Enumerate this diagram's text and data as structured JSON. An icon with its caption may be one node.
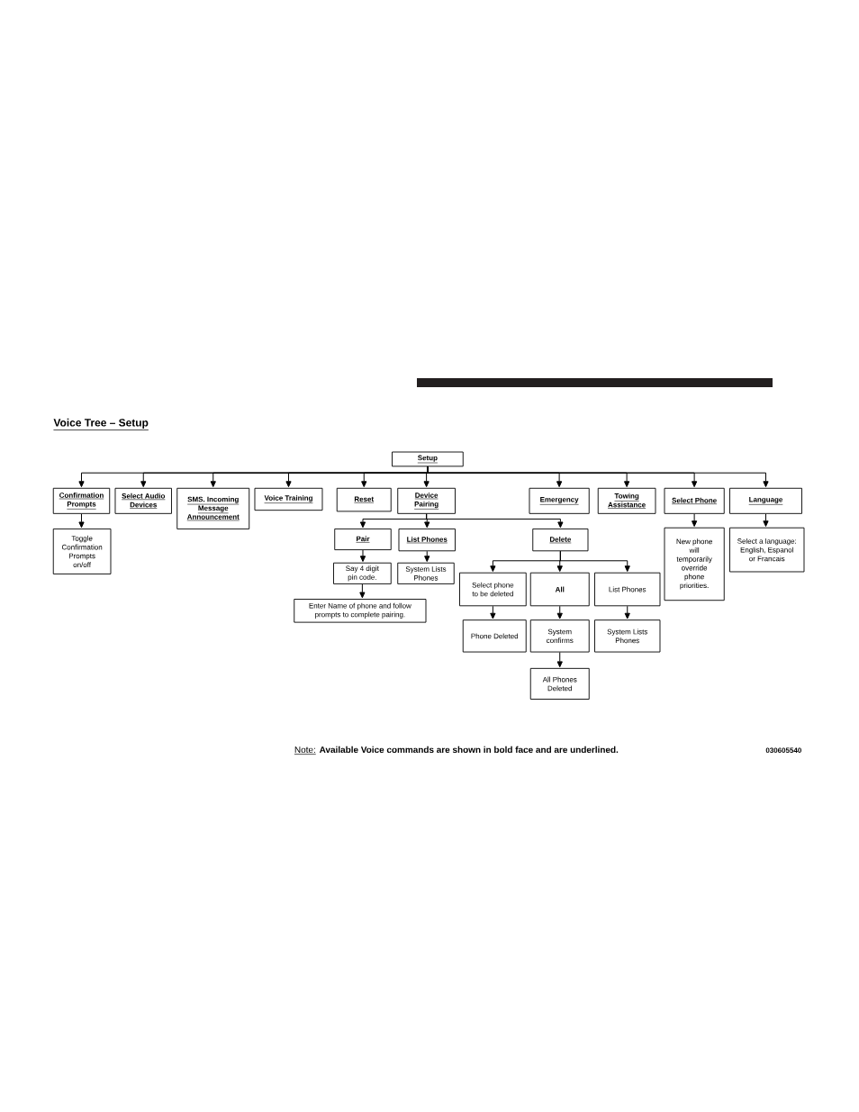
{
  "diagram": {
    "title": "Voice Tree – Setup",
    "nodes": [
      {
        "text": [
          "Setup"
        ]
      },
      {
        "text": [
          "Confirmation Prompts"
        ]
      },
      {
        "text": [
          "Select Audio Devices"
        ]
      },
      {
        "text": [
          "SMS. Incoming Message Announcement"
        ]
      },
      {
        "text": [
          "Voice Training"
        ]
      },
      {
        "text": [
          "Reset"
        ]
      },
      {
        "text": [
          "Device Pairing"
        ]
      },
      {
        "text": [
          "Emergency"
        ]
      },
      {
        "text": [
          "Towing Assistance"
        ]
      },
      {
        "text": [
          "Select Phone"
        ]
      },
      {
        "text": [
          "Language"
        ]
      },
      {
        "text": [
          "Toggle Confirmation Prompts on/off"
        ]
      },
      {
        "text": [
          "Pair"
        ]
      },
      {
        "text": [
          "List Phones"
        ]
      },
      {
        "text": [
          "Delete"
        ]
      },
      {
        "text": [
          "New phone will temporarily override phone priorities."
        ]
      },
      {
        "text": [
          "Select a language: English, Espanol or Francais"
        ]
      },
      {
        "text": [
          "Say 4 digit pin code."
        ]
      },
      {
        "text": [
          "System Lists Phones"
        ]
      },
      {
        "text": [
          "Select phone to be deleted"
        ]
      },
      {
        "text": [
          "All"
        ]
      },
      {
        "text": [
          "List Phones"
        ]
      },
      {
        "text": [
          "Enter Name of phone and follow prompts to complete pairing."
        ]
      },
      {
        "text": [
          "Phone Deleted"
        ]
      },
      {
        "text": [
          "System confirms"
        ]
      },
      {
        "text": [
          "System Lists Phones"
        ]
      },
      {
        "text": [
          "All Phones Deleted"
        ]
      }
    ],
    "edges": [
      {
        "from": 0,
        "to": 1,
        "arrow": "to"
      },
      {
        "from": 0,
        "to": 2,
        "arrow": "to"
      },
      {
        "from": 0,
        "to": 3,
        "arrow": "to"
      },
      {
        "from": 0,
        "to": 4,
        "arrow": "to"
      },
      {
        "from": 0,
        "to": 5,
        "arrow": "to"
      },
      {
        "from": 0,
        "to": 6,
        "arrow": "to"
      },
      {
        "from": 0,
        "to": 7,
        "arrow": "to"
      },
      {
        "from": 0,
        "to": 8,
        "arrow": "to"
      },
      {
        "from": 0,
        "to": 9,
        "arrow": "to"
      },
      {
        "from": 0,
        "to": 10,
        "arrow": "to"
      },
      {
        "from": 1,
        "to": 11,
        "arrow": "to"
      },
      {
        "from": 6,
        "to": 12,
        "arrow": "to"
      },
      {
        "from": 6,
        "to": 13,
        "arrow": "to"
      },
      {
        "from": 6,
        "to": 14,
        "arrow": "to"
      },
      {
        "from": 9,
        "to": 15,
        "arrow": "to"
      },
      {
        "from": 10,
        "to": 16,
        "arrow": "to"
      },
      {
        "from": 12,
        "to": 17,
        "arrow": "to"
      },
      {
        "from": 13,
        "to": 18,
        "arrow": "to"
      },
      {
        "from": 14,
        "to": 19,
        "arrow": "to"
      },
      {
        "from": 14,
        "to": 20,
        "arrow": "to"
      },
      {
        "from": 14,
        "to": 21,
        "arrow": "to"
      },
      {
        "from": 17,
        "to": 22,
        "arrow": "to"
      },
      {
        "from": 19,
        "to": 23,
        "arrow": "to"
      },
      {
        "from": 20,
        "to": 24,
        "arrow": "to"
      },
      {
        "from": 21,
        "to": 25,
        "arrow": "to"
      },
      {
        "from": 24,
        "to": 26,
        "arrow": "to"
      }
    ],
    "labels": [
      "Note:",
      "Available Voice commands are shown in bold face and are underlined.",
      "030605540"
    ]
  }
}
